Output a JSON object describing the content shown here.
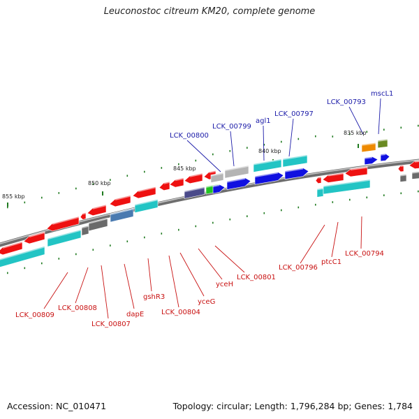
{
  "title": "Leuconostoc citreum KM20, complete genome",
  "footer": {
    "accession": "Accession: NC_010471",
    "summary": "Topology: circular; Length: 1,796,284 bp; Genes: 1,784"
  },
  "scale": {
    "ticks": [
      "835 kbp",
      "840 kbp",
      "845 kbp",
      "850 kbp",
      "855 kbp"
    ]
  },
  "colors": {
    "backbone": "#8c8c8c",
    "gene_red": "#ee1111",
    "gene_cyan": "#22c4c4",
    "gene_blue": "#1010e0",
    "gene_gray": "#b4b4b4",
    "gene_dark_gray": "#6a6a6a",
    "gene_steel": "#4a7ab0",
    "gene_slate": "#4a4a8a",
    "gene_green": "#22c422",
    "gene_orange": "#ee8a00",
    "gene_olive": "#6a8a22",
    "tick_green": "#1f7a1f",
    "label_top": "#1a1aa8",
    "label_bottom": "#c81010"
  },
  "labels_top": [
    "LCK_00800",
    "LCK_00799",
    "agl1",
    "LCK_00797",
    "LCK_00793",
    "mscL1"
  ],
  "labels_bottom": [
    "LCK_00809",
    "LCK_00808",
    "LCK_00807",
    "dapE",
    "gshR3",
    "LCK_00804",
    "yceG",
    "yceH",
    "LCK_00801",
    "LCK_00796",
    "ptcC1",
    "LCK_00794"
  ]
}
